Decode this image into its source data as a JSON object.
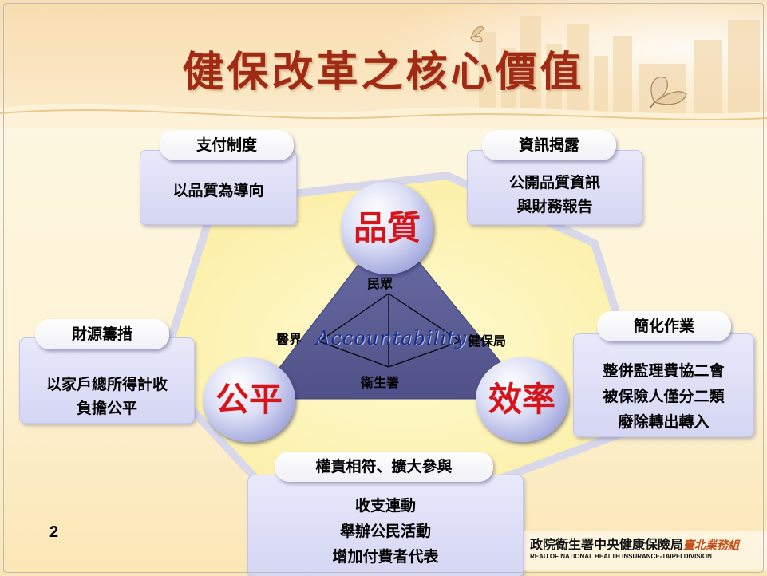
{
  "slide": {
    "title": "健保改革之核心價值",
    "page_number": "2"
  },
  "core": {
    "top": "品質",
    "left": "公平",
    "right": "效率"
  },
  "triangle": {
    "top_label": "民眾",
    "left_label": "醫界",
    "right_label": "健保局",
    "bottom_label": "衛生署",
    "center_text": "Accountability"
  },
  "boxes": {
    "payment": {
      "header": "支付制度",
      "lines": [
        "以品質為導向"
      ]
    },
    "info": {
      "header": "資訊揭露",
      "lines": [
        "公開品質資訊",
        "與財務報告"
      ]
    },
    "finance": {
      "header": "財源籌措",
      "lines": [
        "以家戶總所得計收",
        "負擔公平"
      ]
    },
    "simplify": {
      "header": "簡化作業",
      "lines": [
        "整併監理費協二會",
        "被保險人僅分二類",
        "廢除轉出轉入"
      ]
    },
    "rights": {
      "header": "權責相符、擴大參與",
      "lines": [
        "收支連動",
        "舉辦公民活動",
        "增加付費者代表"
      ]
    }
  },
  "footer": {
    "org_name": "政院衛生署中央健康保險局",
    "division_cn": "臺北業務組",
    "org_english": "REAU OF NATIONAL HEALTH INSURANCE-TAIPEI DIVISION"
  },
  "colors": {
    "title": "#a02a14",
    "core_text": "#d8141b",
    "triangle": "#5b5e92",
    "box": "#dcdef5"
  }
}
